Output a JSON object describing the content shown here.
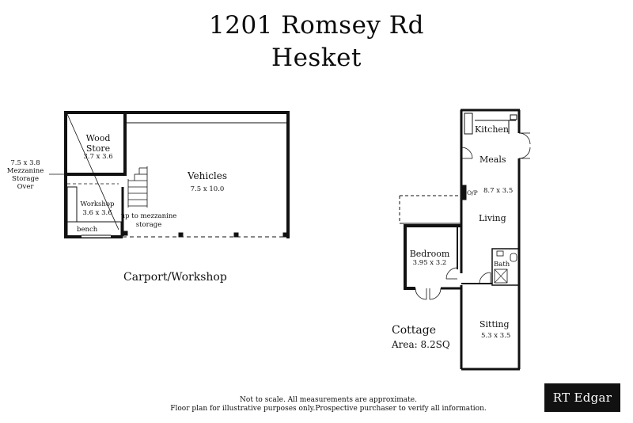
{
  "header": {
    "address_line1": "1201 Romsey Rd",
    "address_line2": "Hesket"
  },
  "carport": {
    "title": "Carport/Workshop",
    "mezzanine_size": "7.5 x 3.8",
    "mezzanine_line1": "Mezzanine",
    "mezzanine_line2": "Storage",
    "mezzanine_line3": "Over",
    "wood_store_line1": "Wood",
    "wood_store_line2": "Store",
    "wood_store_size": "3.7 x 3.6",
    "vehicles_label": "Vehicles",
    "vehicles_size": "7.5 x 10.0",
    "workshop_label": "Workshop",
    "workshop_size": "3.6 x 3.6",
    "bench_label": "bench",
    "stairs_line1": "up to mezzanine",
    "stairs_line2": "storage"
  },
  "cottage": {
    "title": "Cottage",
    "area": "Area: 8.2SQ",
    "kitchen_label": "Kitchen",
    "meals_label": "Meals",
    "op_label": "O/P",
    "meals_size": "8.7 x 3.5",
    "living_label": "Living",
    "bedroom_label": "Bedroom",
    "bedroom_size": "3.95 x 3.2",
    "bath_label": "Bath",
    "sitting_label": "Sitting",
    "sitting_size": "5.3 x 3.5"
  },
  "footer": {
    "line1": "Not to scale. All measurements are approximate.",
    "line2": "Floor plan for illustrative purposes only.Prospective purchaser to verify all information."
  },
  "brand": {
    "name": "RT Edgar"
  }
}
